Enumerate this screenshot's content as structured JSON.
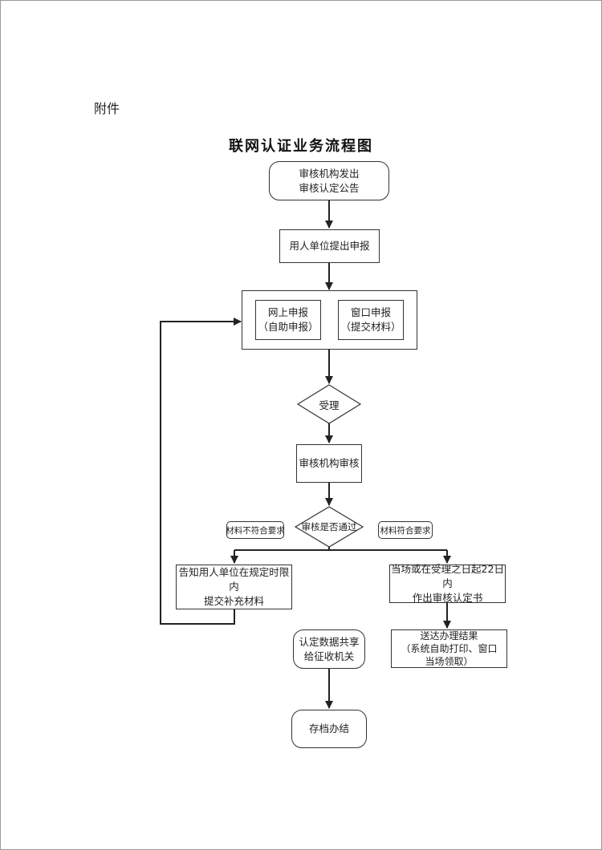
{
  "header": {
    "attachment_label": "附件",
    "title": "联网认证业务流程图"
  },
  "flowchart": {
    "start": "审核机构发出\n审核认定公告",
    "apply": "用人单位提出申报",
    "online": "网上申报\n（自助申报）",
    "window": "窗口申报\n（提交材料）",
    "accept": "受理",
    "review": "审核机构审核",
    "decision": "审核是否通过",
    "tag_fail": "材料不符合要求",
    "tag_pass": "材料符合要求",
    "supplement": "告知用人单位在规定时限内\n提交补充材料",
    "certify": "当场或在受理之日起22日内\n作出审核认定书",
    "deliver": "送达办理结果\n（系统自助打印、窗口\n当场领取）",
    "share": "认定数据共享\n给征收机关",
    "archive": "存档办结"
  }
}
